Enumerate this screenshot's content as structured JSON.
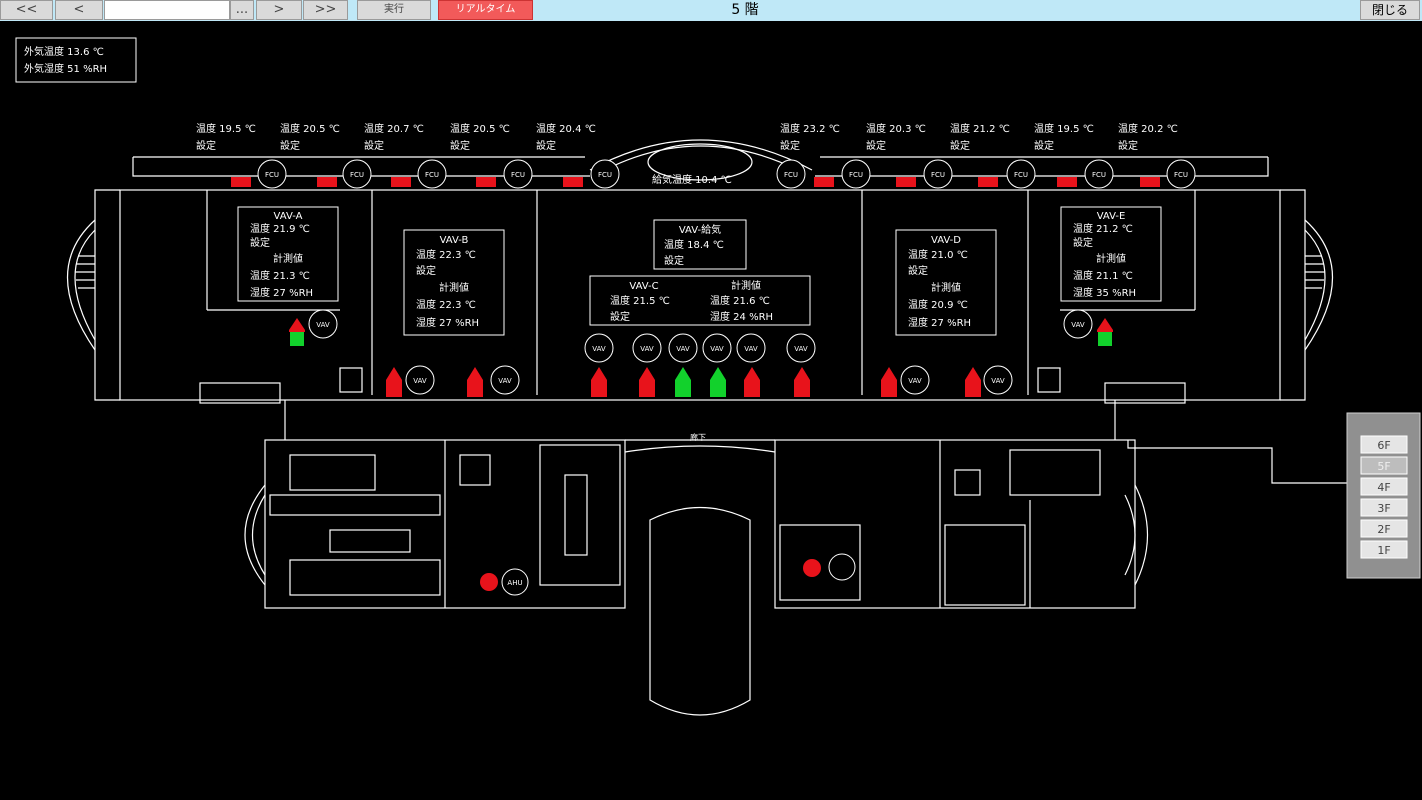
{
  "toolbar": {
    "first_label": "<<",
    "prev_label": "<",
    "date_value": "",
    "dots_label": "...",
    "next_label": ">",
    "last_label": ">>",
    "run_label": "実行",
    "realtime_label": "リアルタイム",
    "floor_title": "5 階",
    "close_label": "閉じる"
  },
  "outdoor": {
    "temp": "外気温度  13.6 ℃",
    "humid": "外気湿度   51 %RH"
  },
  "zones": [
    {
      "temp": "温度  19.5 ℃",
      "set": "設定"
    },
    {
      "temp": "温度  20.5 ℃",
      "set": "設定"
    },
    {
      "temp": "温度  20.7 ℃",
      "set": "設定"
    },
    {
      "temp": "温度  20.5 ℃",
      "set": "設定"
    },
    {
      "temp": "温度  20.4 ℃",
      "set": "設定"
    },
    {
      "temp": "温度  23.2 ℃",
      "set": "設定"
    },
    {
      "temp": "温度  20.3 ℃",
      "set": "設定"
    },
    {
      "temp": "温度  21.2 ℃",
      "set": "設定"
    },
    {
      "temp": "温度  19.5 ℃",
      "set": "設定"
    },
    {
      "temp": "温度  20.2 ℃",
      "set": "設定"
    }
  ],
  "fcu_labels": [
    "FCU",
    "FCU",
    "FCU",
    "FCU",
    "FCU",
    "FCU",
    "FCU",
    "FCU",
    "FCU",
    "FCU",
    "FCU"
  ],
  "supply": {
    "label": "給気温度  10.4 ℃"
  },
  "vav_a": {
    "title": "VAV-A",
    "temp": "温度  21.9 ℃",
    "set": "設定",
    "meas": "計測値",
    "mtemp": "温度  21.3 ℃",
    "mhum": "湿度     27 %RH"
  },
  "vav_b": {
    "title": "VAV-B",
    "temp": "温度  22.3 ℃",
    "set": "設定",
    "meas": "計測値",
    "mtemp": "温度  22.3 ℃",
    "mhum": "湿度     27 %RH"
  },
  "vav_supply": {
    "title": "VAV-給気",
    "temp": "温度  18.4 ℃",
    "set": "設定"
  },
  "vav_c": {
    "title": "VAV-C",
    "meas": "計測値",
    "temp": "温度  21.5 ℃",
    "set": "設定",
    "mtemp": "温度  21.6 ℃",
    "mhum": "湿度     24 %RH"
  },
  "vav_d": {
    "title": "VAV-D",
    "temp": "温度  21.0 ℃",
    "set": "設定",
    "meas": "計測値",
    "mtemp": "温度  20.9 ℃",
    "mhum": "湿度     27 %RH"
  },
  "vav_e": {
    "title": "VAV-E",
    "temp": "温度  21.2 ℃",
    "set": "設定",
    "meas": "計測値",
    "mtemp": "温度  21.1 ℃",
    "mhum": "湿度     35 %RH"
  },
  "vav_circles": [
    "VAV",
    "VAV",
    "VAV",
    "VAV",
    "VAV",
    "VAV",
    "VAV",
    "VAV",
    "VAV",
    "VAV",
    "VAV",
    "VAV"
  ],
  "ahu": {
    "label": "AHU"
  },
  "rooms": {
    "corridor": "廊下"
  },
  "floors": [
    "6F",
    "5F",
    "4F",
    "3F",
    "2F",
    "1F"
  ],
  "colors": {
    "red": "#e8131b",
    "green": "#12d12c",
    "toolbar": "#bfe8f7",
    "realtime": "#f25a5a"
  }
}
